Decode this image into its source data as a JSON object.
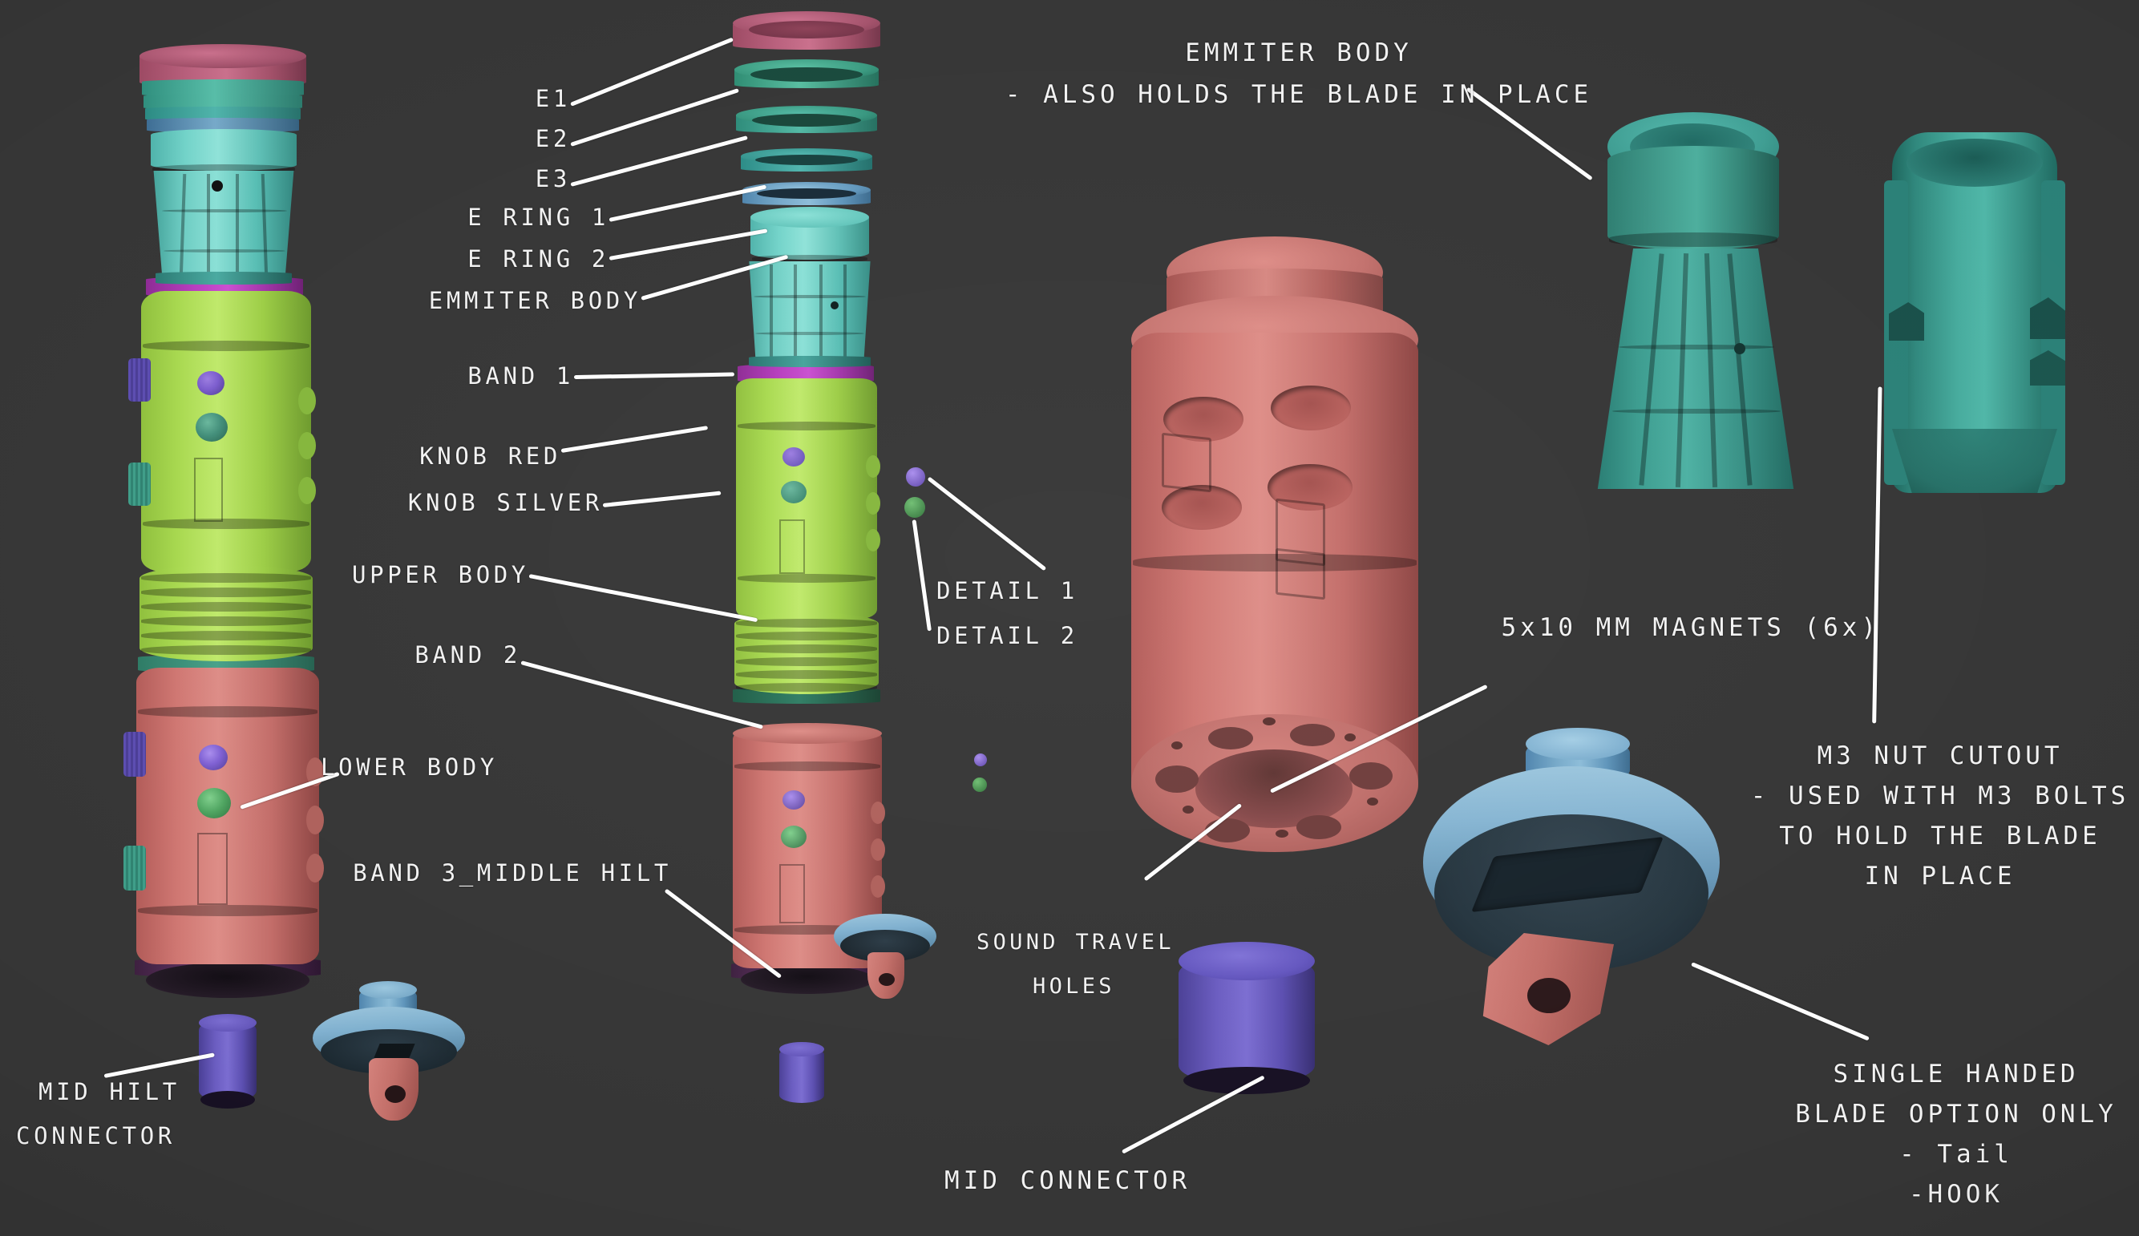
{
  "scene": {
    "background": "#353535",
    "title_note": "Exploded lightsaber hilt part breakdown"
  },
  "palette": {
    "upper_body_green": "#a8d94f",
    "lower_body_red": "#cf7671",
    "emitter_teal": "#72d3c9",
    "emitter_body_right_teal": "#3e9a80",
    "e1_pink": "#b9607d",
    "e_ring_blue": "#76a9c9",
    "band_magenta": "#b63cbe",
    "knob_red_purple": "#6a5cc0",
    "knob_silver_green": "#3e9a80",
    "connector_purple": "#6a5cc0",
    "tail_blue": "#76a9c9",
    "hook_red": "#cf7671",
    "leader_line": "#fdfdfd",
    "text": "#f2f2f2"
  },
  "labels": {
    "left_column": [
      {
        "id": "e1",
        "text": "E1"
      },
      {
        "id": "e2",
        "text": "E2"
      },
      {
        "id": "e3",
        "text": "E3"
      },
      {
        "id": "e-ring-1",
        "text": "E RING 1"
      },
      {
        "id": "e-ring-2",
        "text": "E RING 2"
      },
      {
        "id": "emmiter-body",
        "text": "EMMITER BODY"
      },
      {
        "id": "band-1",
        "text": "BAND 1"
      },
      {
        "id": "knob-red",
        "text": "KNOB RED"
      },
      {
        "id": "knob-silver",
        "text": "KNOB SILVER"
      },
      {
        "id": "upper-body",
        "text": "UPPER BODY"
      },
      {
        "id": "band-2",
        "text": "BAND 2"
      },
      {
        "id": "lower-body",
        "text": "LOWER BODY"
      },
      {
        "id": "band-3",
        "text": "BAND 3_MIDDLE HILT"
      }
    ],
    "mid_hilt_connector_line1": "MID HILT",
    "mid_hilt_connector_line2": "CONNECTOR",
    "detail_1": "DETAIL 1",
    "detail_2": "DETAIL 2",
    "emmiter_body_title": "EMMITER BODY",
    "emmiter_body_sub": "- ALSO HOLDS THE BLADE IN PLACE",
    "magnets": "5x10 MM MAGNETS (6x)",
    "sound_travel_line1": "SOUND TRAVEL",
    "sound_travel_line2": "HOLES",
    "mid_connector": "MID CONNECTOR",
    "m3_line1": "M3 NUT CUTOUT",
    "m3_line2": "- USED WITH M3 BOLTS",
    "m3_line3": "TO HOLD THE BLADE",
    "m3_line4": "IN PLACE",
    "single_line1": "SINGLE HANDED",
    "single_line2": "BLADE OPTION ONLY",
    "single_line3": "- Tail",
    "single_line4": "-HOOK"
  }
}
